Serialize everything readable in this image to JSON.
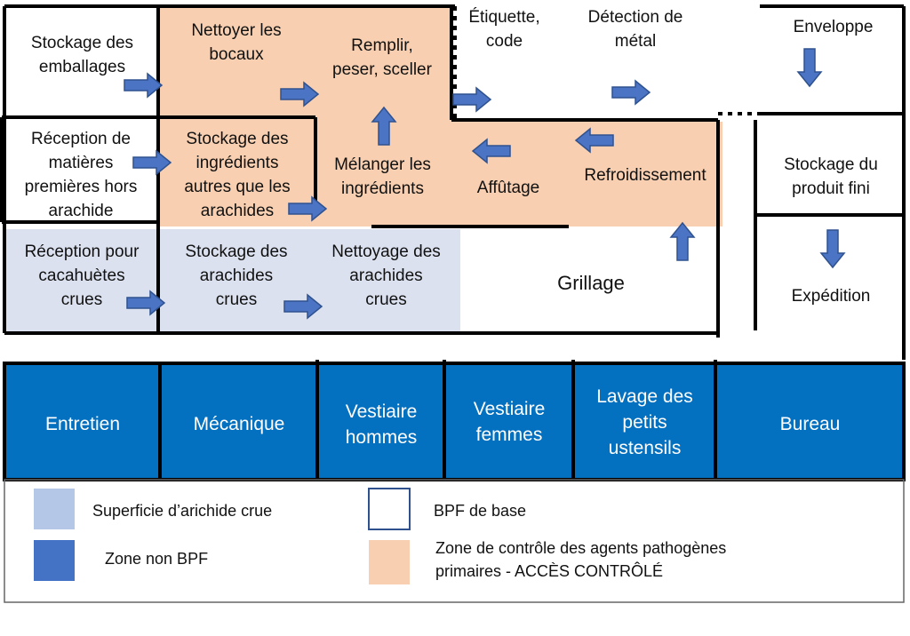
{
  "colors": {
    "raw_area": "#dbe1ef",
    "controlled_area": "#f8cfb0",
    "non_bpf": "#0470c0",
    "arrow_fill": "#4c74c4",
    "arrow_stroke": "#2f528f",
    "legend_raw": "#b4c7e7",
    "legend_non_bpf": "#4472c4",
    "legend_bpf_border": "#2f528f",
    "legend_controlled": "#f8cfb0",
    "wall": "#000000"
  },
  "zones": {
    "stockage_emballages": "Stockage des\nemballages",
    "nettoyer_bocaux": "Nettoyer les\nbocaux",
    "remplir": "Remplir,\npeser, sceller",
    "etiquette": "Étiquette,\ncode",
    "detection": "Détection de\nmétal",
    "enveloppe": "Enveloppe",
    "reception_matieres": "Réception de\nmatières\npremières hors\narachide",
    "stockage_ingredients": "Stockage des\ningrédients\nautres que les\narachides",
    "melanger": "Mélanger les\ningrédients",
    "affutage": "Affûtage",
    "refroidissement": "Refroidissement",
    "stockage_produit_fini": "Stockage du\nproduit fini",
    "reception_cacahuetes": "Réception pour\ncacahuètes\ncrues",
    "stockage_arachides": "Stockage des\narachides\ncrues",
    "nettoyage_arachides": "Nettoyage des\narachides\ncrues",
    "grillage": "Grillage",
    "expedition": "Expédition"
  },
  "non_bpf_rooms": {
    "entretien": "Entretien",
    "mecanique": "Mécanique",
    "vestiaire_hommes": "Vestiaire\nhommes",
    "vestiaire_femmes": "Vestiaire\nfemmes",
    "lavage": "Lavage des\npetits\nustensils",
    "bureau": "Bureau"
  },
  "legend": {
    "raw": "Superficie d’arichide crue",
    "non_bpf": "Zone non BPF",
    "bpf_base": "BPF de base",
    "controlled": "Zone de contrôle des agents pathogènes\nprimaires - ACCÈS CONTRÔLÉ"
  }
}
